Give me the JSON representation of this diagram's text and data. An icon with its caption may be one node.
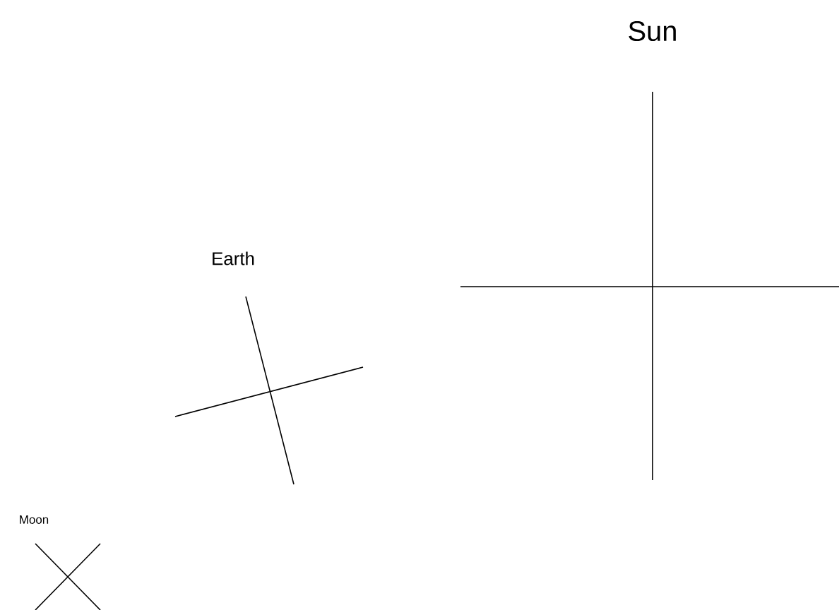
{
  "diagram": {
    "labels": [
      "Sun",
      "Earth",
      "Moon"
    ]
  }
}
